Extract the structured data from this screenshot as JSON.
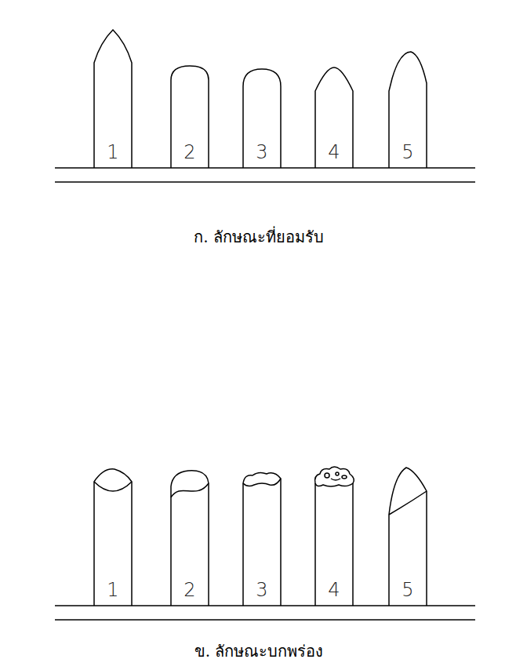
{
  "diagram": {
    "nodes": [
      {
        "text": [
          "1"
        ]
      },
      {
        "text": [
          "2"
        ]
      },
      {
        "text": [
          "3"
        ]
      },
      {
        "text": [
          "4"
        ]
      },
      {
        "text": [
          "5"
        ]
      },
      {
        "text": [
          "1"
        ]
      },
      {
        "text": [
          "2"
        ]
      },
      {
        "text": [
          "3"
        ]
      },
      {
        "text": [
          "4"
        ]
      },
      {
        "text": [
          "5"
        ]
      }
    ],
    "labels": [
      "ก. ลักษณะที่ยอมรับ",
      "ข. ลักษณะบกพร่อง"
    ]
  }
}
